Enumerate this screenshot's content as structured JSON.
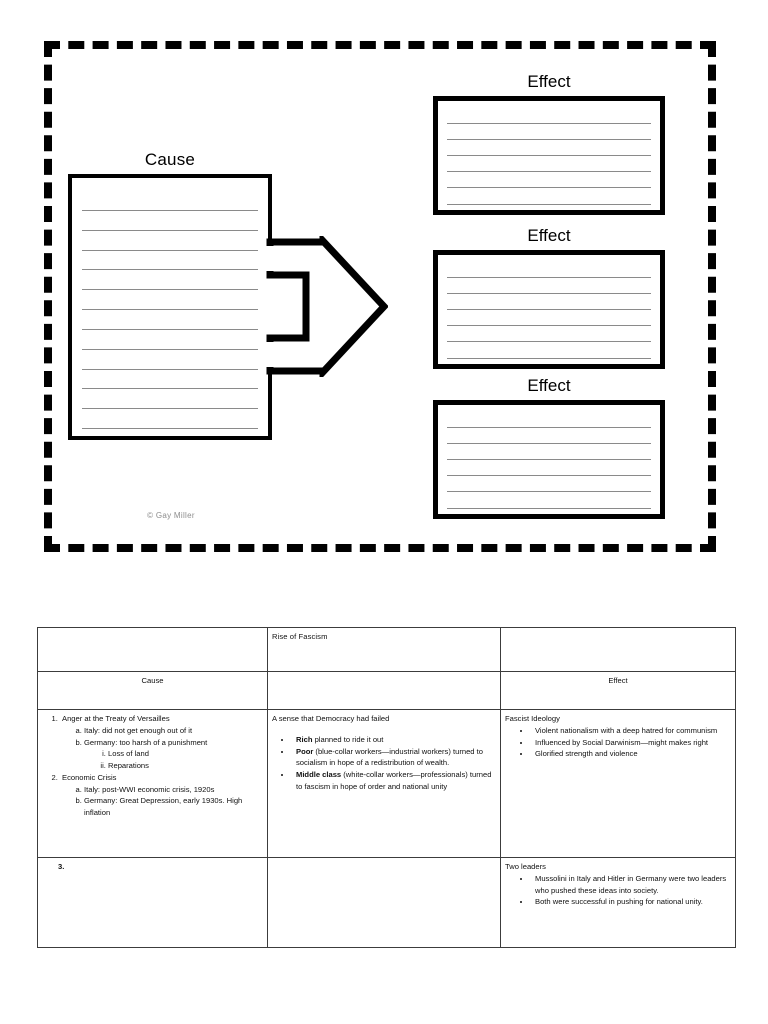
{
  "organizer": {
    "cause_label": "Cause",
    "cause_line_count": 12,
    "effects": [
      {
        "label": "Effect",
        "line_count": 6
      },
      {
        "label": "Effect",
        "line_count": 6
      },
      {
        "label": "Effect",
        "line_count": 6
      }
    ],
    "arrow_icon": "right-arrow",
    "copyright": "© Gay Miller"
  },
  "table": {
    "title": "Rise of Fascism",
    "headers": {
      "cause": "Cause",
      "middle": "",
      "effect": "Effect"
    },
    "header_color": "#3d5a9c",
    "rows": [
      {
        "cause": {
          "items": [
            {
              "text": "Anger at the Treaty of Versailles",
              "sub": [
                {
                  "text": "Italy: did not get enough out of it"
                },
                {
                  "text": "Germany: too harsh of a punishment",
                  "sub": [
                    {
                      "text": "Loss of land"
                    },
                    {
                      "text": "Reparations"
                    }
                  ]
                }
              ]
            },
            {
              "text": "Economic Crisis",
              "sub": [
                {
                  "text": "Italy: post-WWI economic crisis, 1920s"
                },
                {
                  "text": "Germany: Great Depression, early 1930s. High inflation"
                }
              ]
            }
          ]
        },
        "middle": {
          "lead": "A sense that Democracy had failed",
          "bullets": [
            {
              "bold": "Rich",
              "rest": " planned to ride it out"
            },
            {
              "bold": "Poor",
              "rest": " (blue-collar workers—industrial workers) turned to socialism in hope of a redistribution of wealth."
            },
            {
              "bold": "Middle class",
              "rest": " (white-collar workers—professionals) turned to fascism in hope of order and national unity"
            }
          ]
        },
        "effect": {
          "lead": "Fascist Ideology",
          "bullets": [
            {
              "bold": "",
              "rest": "Violent nationalism with a deep hatred for communism"
            },
            {
              "bold": "",
              "rest": "Influenced by Social Darwinism—might makes right"
            },
            {
              "bold": "",
              "rest": "Glorified strength and violence"
            }
          ]
        }
      },
      {
        "cause": {
          "number": "3."
        },
        "middle": {
          "lead": "",
          "bullets": []
        },
        "effect": {
          "lead": "Two leaders",
          "bullets": [
            {
              "bold": "",
              "rest": "Mussolini in Italy and Hitler in Germany were two leaders who pushed these ideas into society."
            },
            {
              "bold": "",
              "rest": "Both were successful in pushing for national unity."
            }
          ]
        }
      }
    ]
  }
}
